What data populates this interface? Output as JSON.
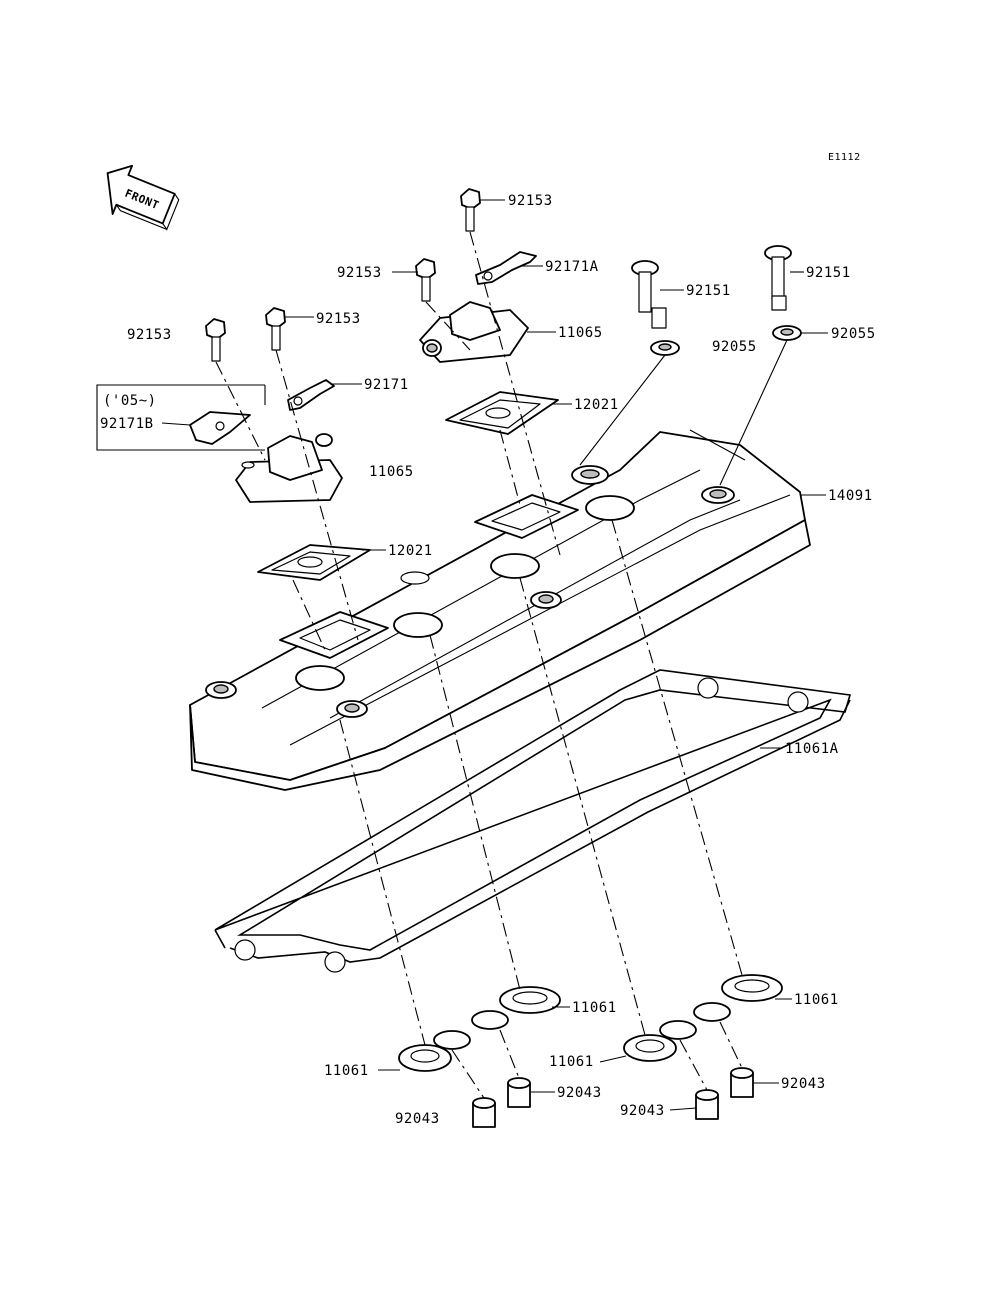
{
  "diagram_code": "E1112",
  "front_indicator": "FRONT",
  "variant_note": "('05~)",
  "parts": {
    "bolt_92153_top": "92153",
    "clamp_92171A": "92171A",
    "bolt_92153_mid": "92153",
    "bolt_92153_left": "92153",
    "bolt_92153_leftmid": "92153",
    "cap_11065_right": "11065",
    "bolt_92151_a": "92151",
    "bolt_92151_b": "92151",
    "washer_92055_a": "92055",
    "washer_92055_b": "92055",
    "clamp_92171": "92171",
    "clamp_92171B": "92171B",
    "plate_12021_right": "12021",
    "cap_11065_left": "11065",
    "cover_14091": "14091",
    "plate_12021_left": "12021",
    "gasket_11061A": "11061A",
    "gasket_11061_r1": "11061",
    "gasket_11061_r2": "11061",
    "gasket_11061_l1": "11061",
    "gasket_11061_l2": "11061",
    "dowel_92043_a": "92043",
    "dowel_92043_b": "92043",
    "dowel_92043_c": "92043",
    "dowel_92043_d": "92043"
  }
}
